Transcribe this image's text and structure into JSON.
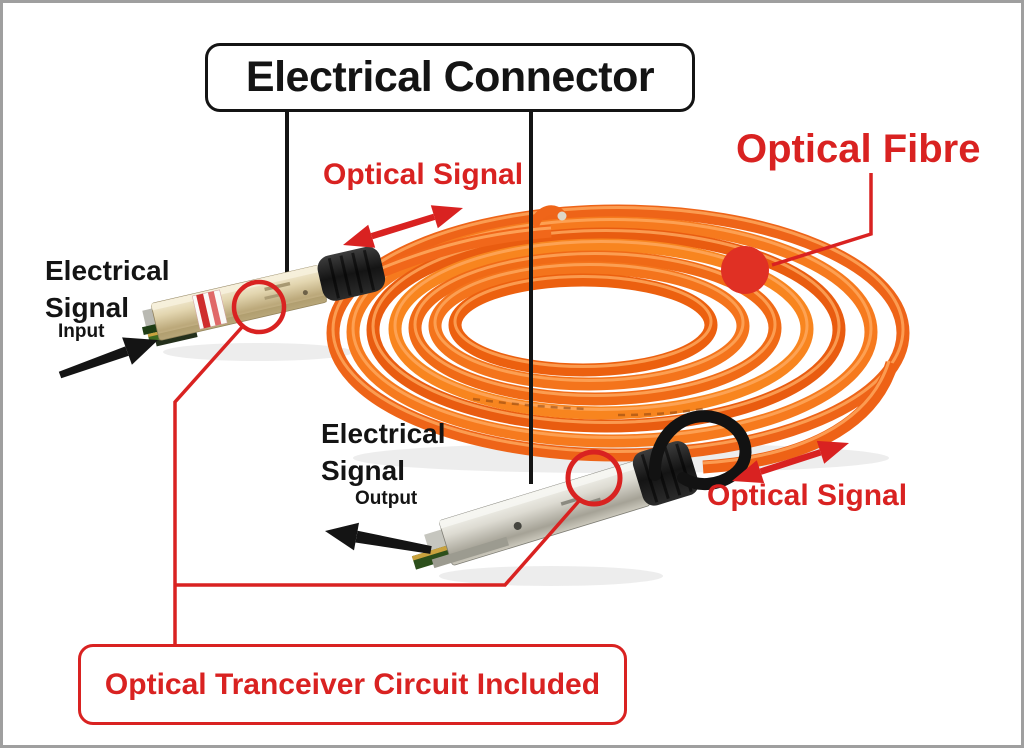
{
  "colors": {
    "annotation_red": "#d92221",
    "annotation_black": "#141414",
    "cable_orange": "#f1671a",
    "frame_gray": "#9f9f9f",
    "connector_beige": "#ddcfa8",
    "connector_silver": "#d9d9d3"
  },
  "boxes": {
    "electrical_connector": "Electrical Connector",
    "optical_transceiver": "Optical Tranceiver Circuit Included"
  },
  "labels": {
    "optical_signal_top": "Optical Signal",
    "optical_fibre": "Optical Fibre",
    "optical_signal_bottom": "Optical Signal",
    "input_block": {
      "line1": "Electrical",
      "line2": "Signal",
      "line3": "Input"
    },
    "output_block": {
      "line1": "Electrical",
      "line2": "Signal",
      "line3": "Output"
    }
  },
  "icons": {
    "arrow_top": "bidirectional-arrow",
    "arrow_bottom": "bidirectional-arrow",
    "arrow_input": "arrow-right",
    "arrow_output": "arrow-left",
    "fibre_marker": "filled-dot",
    "transceiver_markers": "highlight-ring"
  }
}
